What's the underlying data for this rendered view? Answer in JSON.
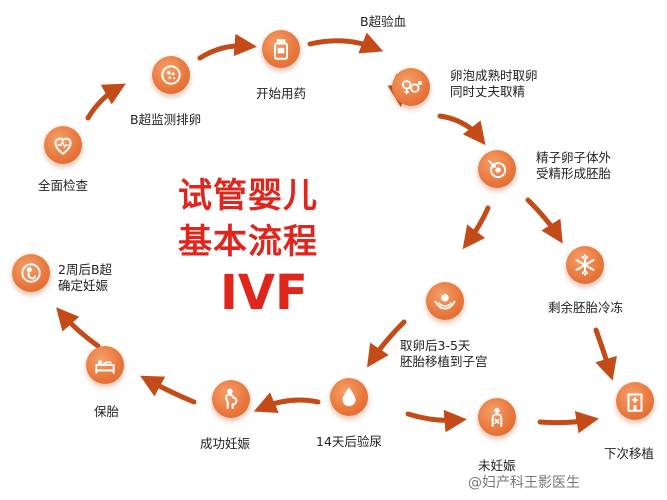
{
  "title": {
    "line1": "试管婴儿",
    "line2": "基本流程",
    "line3": "IVF"
  },
  "steps": {
    "checkup": "全面检查",
    "b_monitor": "B超监测排卵",
    "start_meds": "开始用药",
    "b_blood": "B超验血",
    "egg_retrieval": "卵泡成熟时取卵\n同时丈夫取精",
    "ivf_fertilize": "精子卵子体外\n受精形成胚胎",
    "freeze": "剩余胚胎冷冻",
    "transfer": "取卵后3-5天\n胚胎移植到子宫",
    "next_transfer": "下次移植",
    "not_pregnant": "未妊娠",
    "urine_test": "14天后验尿",
    "pregnant": "成功妊娠",
    "keep": "保胎",
    "confirm": "2周后B超\n确定妊娠"
  },
  "watermark": "@妇产科王影医生",
  "colors": {
    "accent": "#e8753a",
    "arrow": "#c44a18",
    "title": "#e0261c"
  }
}
